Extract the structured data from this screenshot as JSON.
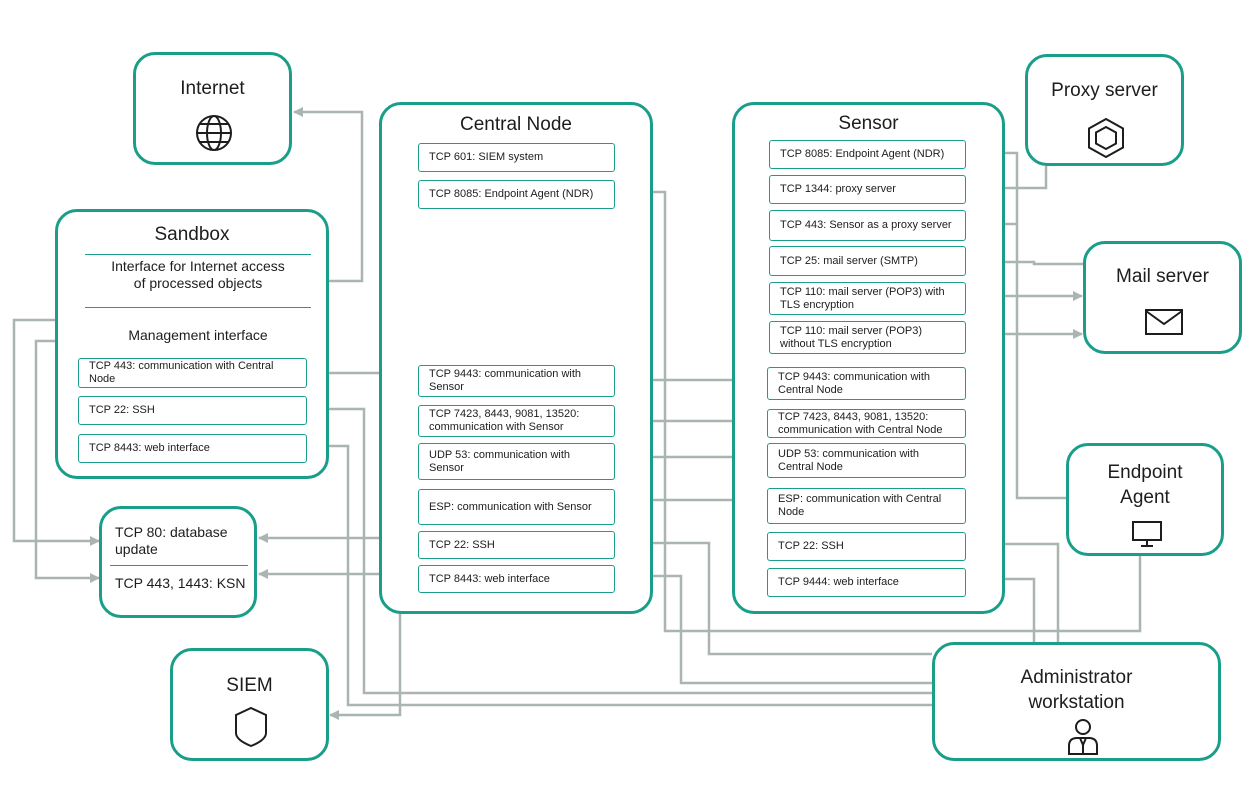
{
  "nodes": {
    "internet": {
      "title": "Internet"
    },
    "sandbox": {
      "title": "Sandbox",
      "internet_iface": "Interface for Internet access of processed objects",
      "mgmt_iface": "Management interface",
      "ports": [
        "TCP 443: communication with Central Node",
        "TCP 22: SSH",
        "TCP 8443: web interface"
      ]
    },
    "db_update": {
      "line1": "TCP 80: database update",
      "line2": "TCP 443, 1443: KSN"
    },
    "siem": {
      "title": "SIEM"
    },
    "central_node": {
      "title": "Central Node",
      "ports": [
        "TCP 601: SIEM system",
        "TCP 8085: Endpoint Agent (NDR)",
        "TCP 9443: communication with Sensor",
        "TCP 7423, 8443, 9081, 13520: communication with Sensor",
        "UDP 53: communication with Sensor",
        "ESP: communication with Sensor",
        "TCP 22: SSH",
        "TCP 8443: web interface"
      ]
    },
    "sensor": {
      "title": "Sensor",
      "ports": [
        "TCP 8085: Endpoint Agent (NDR)",
        "TCP 1344: proxy server",
        "TCP 443: Sensor as a proxy server",
        "TCP 25: mail server (SMTP)",
        "TCP 110: mail server (POP3) with TLS encryption",
        "TCP 110: mail server (POP3) without TLS encryption",
        "TCP 9443: communication with Central Node",
        "TCP 7423, 8443, 9081, 13520: communication with Central Node",
        "UDP 53: communication with Central Node",
        "ESP: communication with Central Node",
        "TCP 22: SSH",
        "TCP 9444: web interface"
      ]
    },
    "proxy": {
      "title": "Proxy server"
    },
    "mail": {
      "title": "Mail server"
    },
    "endpoint": {
      "title": "Endpoint Agent"
    },
    "admin": {
      "title": "Administrator workstation"
    }
  },
  "icons": {
    "internet": "globe-icon",
    "siem": "shield-icon",
    "proxy": "hexagon-icon",
    "mail": "envelope-icon",
    "endpoint": "monitor-icon",
    "admin": "person-icon"
  },
  "colors": {
    "accent": "#1a9e8a",
    "connector": "#aab5b1"
  }
}
